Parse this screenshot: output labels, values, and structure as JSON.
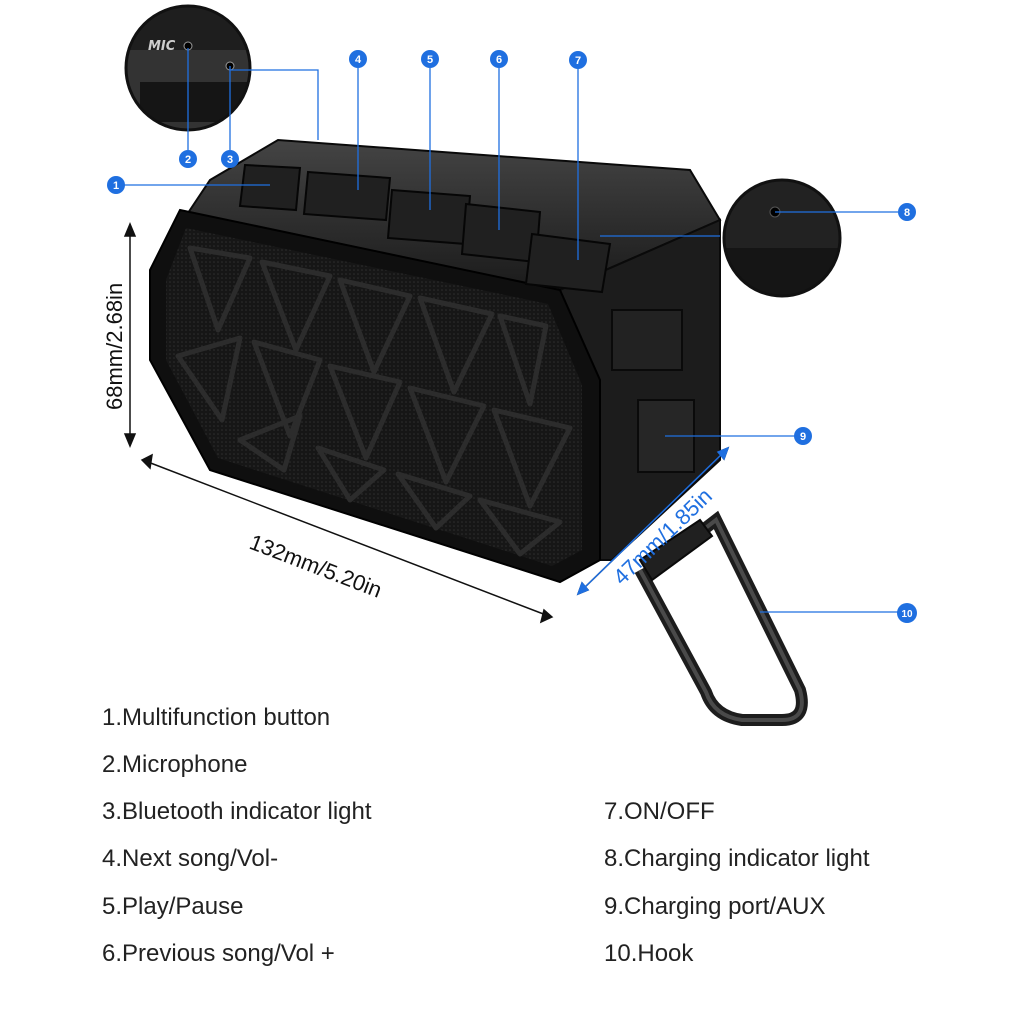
{
  "colors": {
    "callout": "#1f6fe0",
    "body": "#1a1a1a",
    "line": "#1f6fe0"
  },
  "callouts": {
    "c1": "1",
    "c2": "2",
    "c3": "3",
    "c4": "4",
    "c5": "5",
    "c6": "6",
    "c7": "7",
    "c8": "8",
    "c9": "9",
    "c10": "10"
  },
  "dimensions": {
    "height": "68mm/2.68in",
    "length": "132mm/5.20in",
    "depth": "47mm/1.85in"
  },
  "labels": {
    "mic_text": "MIC"
  },
  "legend": {
    "left": [
      "1.Multifunction button",
      "2.Microphone",
      "3.Bluetooth indicator light",
      "4.Next song/Vol-",
      "5.Play/Pause",
      "6.Previous song/Vol +"
    ],
    "right": [
      "7.ON/OFF",
      "8.Charging indicator light",
      "9.Charging port/AUX",
      "10.Hook"
    ]
  }
}
